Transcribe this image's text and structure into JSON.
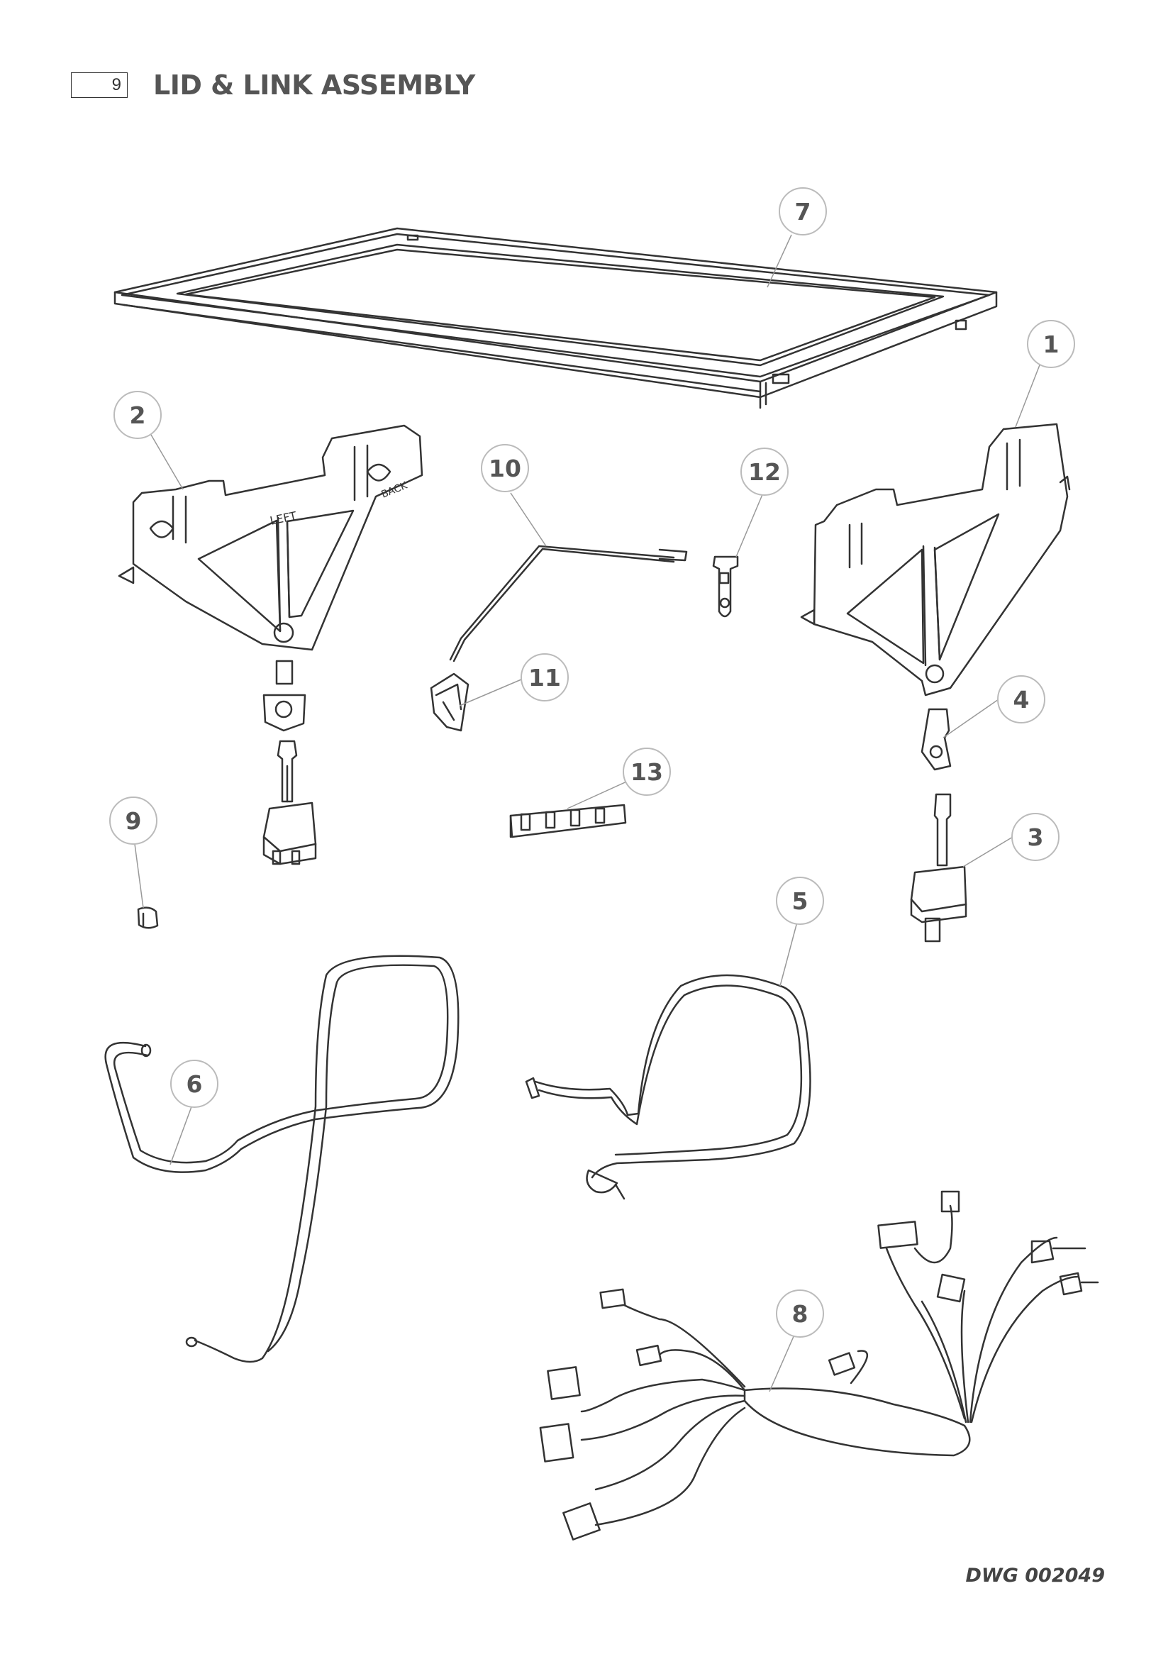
{
  "header": {
    "page_number": "9",
    "title": "LID & LINK ASSEMBLY"
  },
  "footer": {
    "drawing_number": "DWG 002049"
  },
  "callouts": [
    {
      "id": "1",
      "label": "1"
    },
    {
      "id": "2",
      "label": "2"
    },
    {
      "id": "3",
      "label": "3"
    },
    {
      "id": "4",
      "label": "4"
    },
    {
      "id": "5",
      "label": "5"
    },
    {
      "id": "6",
      "label": "6"
    },
    {
      "id": "7",
      "label": "7"
    },
    {
      "id": "8",
      "label": "8"
    },
    {
      "id": "9",
      "label": "9"
    },
    {
      "id": "10",
      "label": "10"
    },
    {
      "id": "11",
      "label": "11"
    },
    {
      "id": "12",
      "label": "12"
    },
    {
      "id": "13",
      "label": "13"
    }
  ],
  "part_markings": {
    "bracket_left_text": "LEFT",
    "bracket_back_text": "BACK"
  },
  "colors": {
    "line": "#333333",
    "callout_circle": "#bbbbbb",
    "callout_text": "#555555"
  }
}
